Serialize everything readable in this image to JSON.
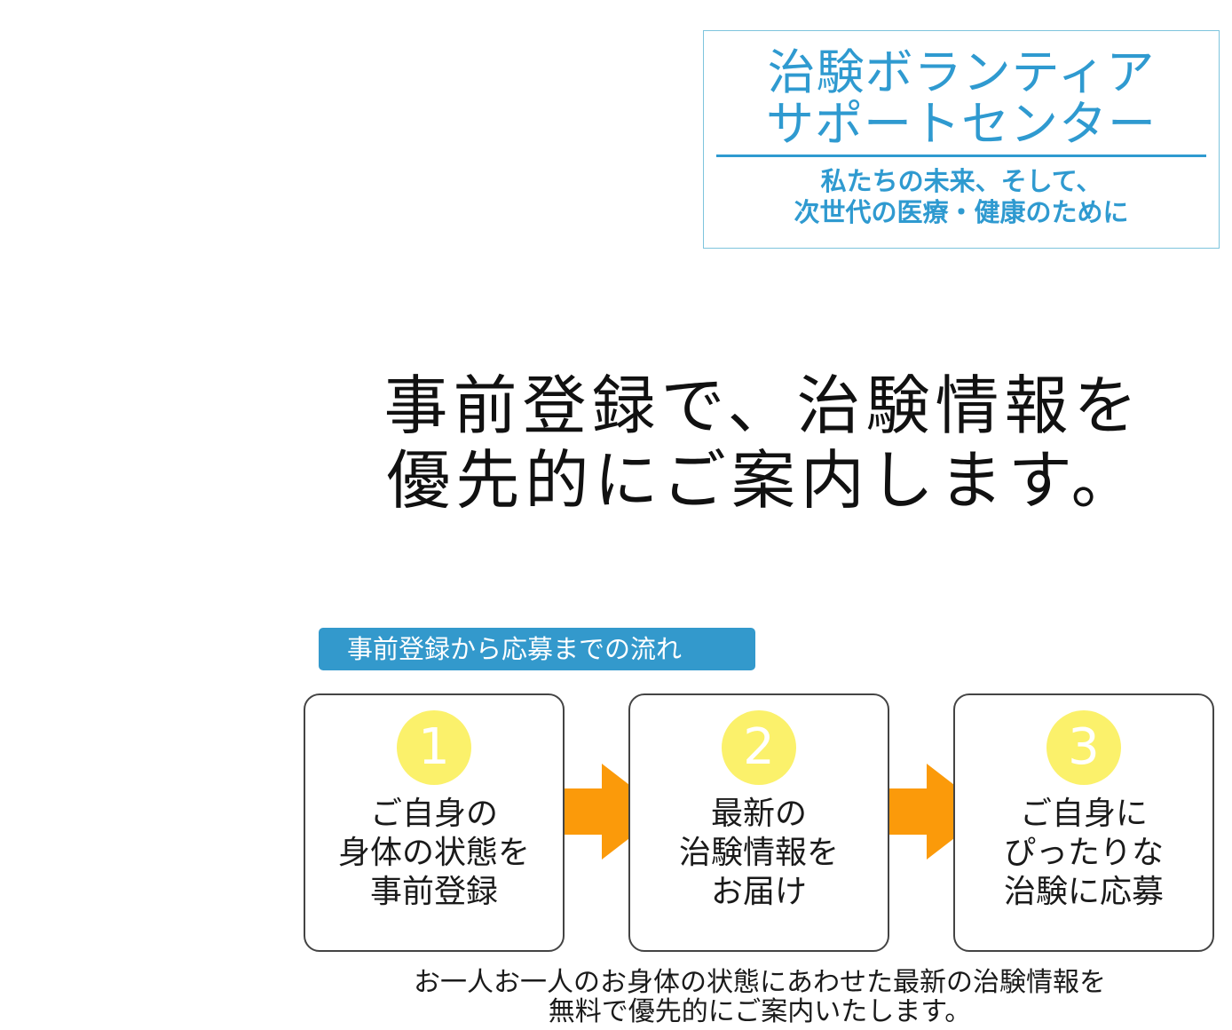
{
  "logo": {
    "name_line1": "治験ボランティア",
    "name_line2": "サポートセンター",
    "tagline_line1": "私たちの未来、そして、",
    "tagline_line2": "次世代の医療・健康のために"
  },
  "headline": {
    "line1": "事前登録で、治験情報を",
    "line2": "優先的にご案内します。"
  },
  "flow": {
    "label": "事前登録から応募までの流れ",
    "steps": [
      {
        "number": "1",
        "lines": [
          "ご自身の",
          "身体の状態を",
          "事前登録"
        ]
      },
      {
        "number": "2",
        "lines": [
          "最新の",
          "治験情報を",
          "お届け"
        ]
      },
      {
        "number": "3",
        "lines": [
          "ご自身に",
          "ぴったりな",
          "治験に応募"
        ]
      }
    ]
  },
  "footnote": {
    "line1": "お一人お一人のお身体の状態にあわせた最新の治験情報を",
    "line2": "無料で優先的にご案内いたします。"
  },
  "colors": {
    "brand_blue": "#2f9ad0",
    "label_blue": "#3399cc",
    "number_yellow": "#fbf16b",
    "arrow_orange": "#fb9a0a"
  },
  "icons": {
    "step_arrow": "right-arrow-icon"
  }
}
